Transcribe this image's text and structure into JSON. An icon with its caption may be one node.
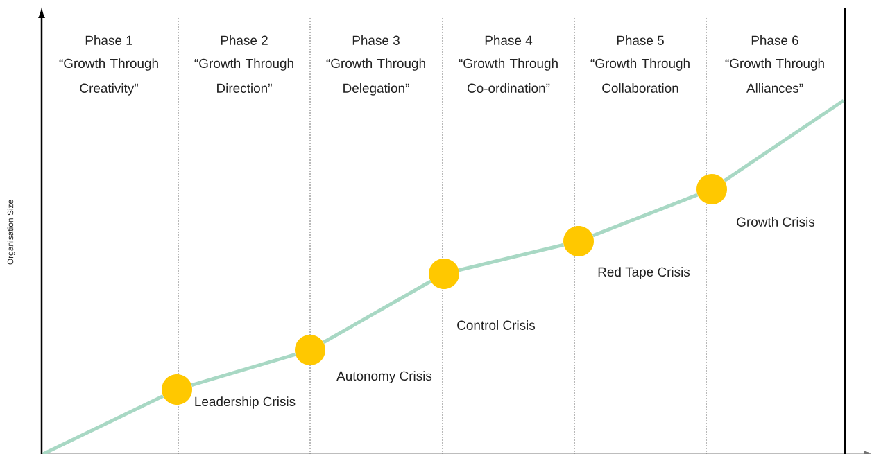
{
  "diagram": {
    "nodes": [
      {
        "text": [],
        "shape": "circle",
        "beside": [
          "Leadership Crisis"
        ]
      },
      {
        "text": [],
        "shape": "circle",
        "beside": [
          "Autonomy Crisis"
        ]
      },
      {
        "text": [],
        "shape": "circle",
        "beside": [
          "Control Crisis"
        ]
      },
      {
        "text": [],
        "shape": "circle",
        "beside": [
          "Red Tape Crisis"
        ]
      },
      {
        "text": [],
        "shape": "circle",
        "beside": [
          "Growth Crisis"
        ]
      }
    ],
    "edges": [
      {
        "from": null,
        "to": 0,
        "arrow": "none"
      },
      {
        "from": 0,
        "to": 1,
        "arrow": "none"
      },
      {
        "from": 1,
        "to": 2,
        "arrow": "none"
      },
      {
        "from": 2,
        "to": 3,
        "arrow": "none"
      },
      {
        "from": 3,
        "to": 4,
        "arrow": "none"
      },
      {
        "from": 4,
        "to": null,
        "arrow": "none"
      }
    ],
    "labels": [
      "Phase 1",
      "“Growth Through Creativity”",
      "Phase 2",
      "“Growth Through Direction”",
      "Phase 3",
      "“Growth Through Delegation”",
      "Phase 4",
      "“Growth Through Co-ordination”",
      "Phase 5",
      "“Growth Through Collaboration",
      "Phase 6",
      "“Growth Through Alliances”",
      "Organisation Size"
    ]
  }
}
